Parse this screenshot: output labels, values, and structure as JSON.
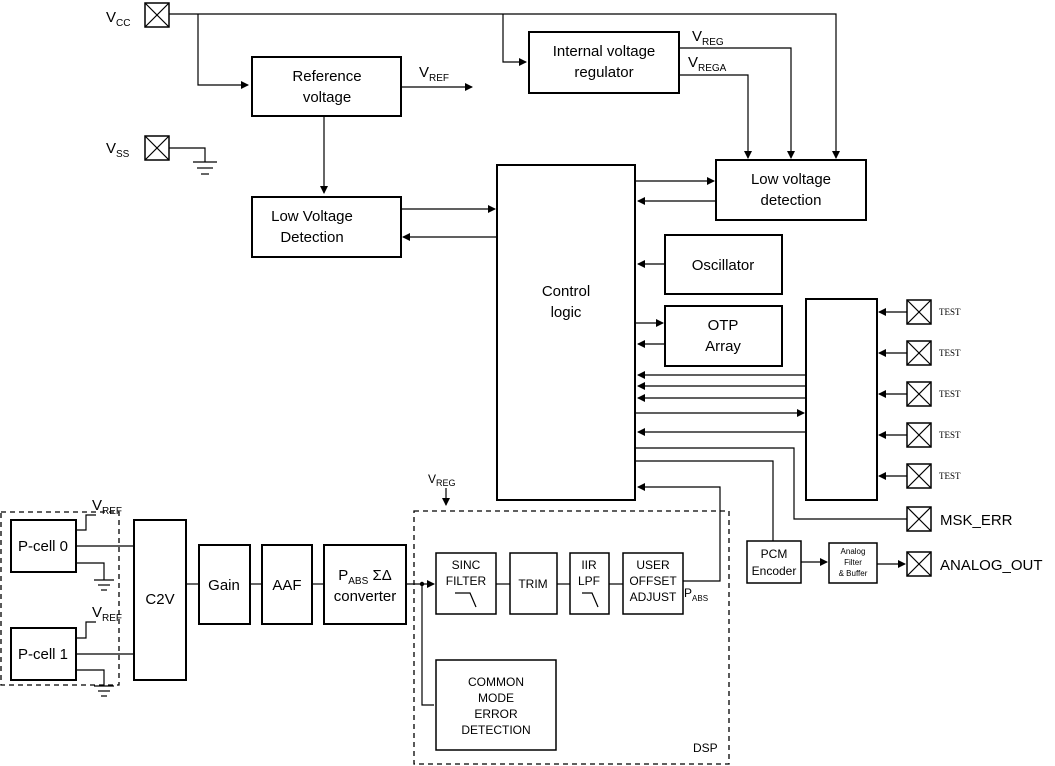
{
  "pins": {
    "vcc": {
      "main": "V",
      "sub": "CC"
    },
    "vss": {
      "main": "V",
      "sub": "SS"
    },
    "test": [
      "TEST",
      "TEST",
      "TEST",
      "TEST",
      "TEST"
    ],
    "msk_err": "MSK_ERR",
    "analog_out": "ANALOG_OUT"
  },
  "signals": {
    "vref": {
      "main": "V",
      "sub": "REF"
    },
    "vreg": {
      "main": "V",
      "sub": "REG"
    },
    "vrega": {
      "main": "V",
      "sub": "REGA"
    },
    "pabs": {
      "main": "P",
      "sub": "ABS"
    }
  },
  "blocks": {
    "reference_voltage": [
      "Reference",
      "voltage"
    ],
    "internal_regulator": [
      "Internal voltage",
      "regulator"
    ],
    "low_voltage_detection_left": [
      "Low Voltage",
      "Detection"
    ],
    "low_voltage_detection_right": [
      "Low voltage",
      "detection"
    ],
    "control_logic": [
      "Control",
      "logic"
    ],
    "oscillator": "Oscillator",
    "otp_array": [
      "OTP",
      "Array"
    ],
    "pcell0": "P-cell 0",
    "pcell1": "P-cell 1",
    "c2v": "C2V",
    "gain": "Gain",
    "aaf": "AAF",
    "converter": {
      "p": "P",
      "sub": "ABS",
      "rest": " ΣΔ",
      "line2": "converter"
    },
    "sinc_filter": [
      "SINC",
      "FILTER"
    ],
    "trim": "TRIM",
    "iir_lpf": [
      "IIR",
      "LPF"
    ],
    "user_offset": [
      "USER",
      "OFFSET",
      "ADJUST"
    ],
    "common_mode": [
      "COMMON",
      "MODE",
      "ERROR",
      "DETECTION"
    ],
    "dsp_label": "DSP",
    "pcm_encoder": [
      "PCM",
      "Encoder"
    ],
    "analog_filter": [
      "Analog",
      "Filter",
      "& Buffer"
    ]
  }
}
